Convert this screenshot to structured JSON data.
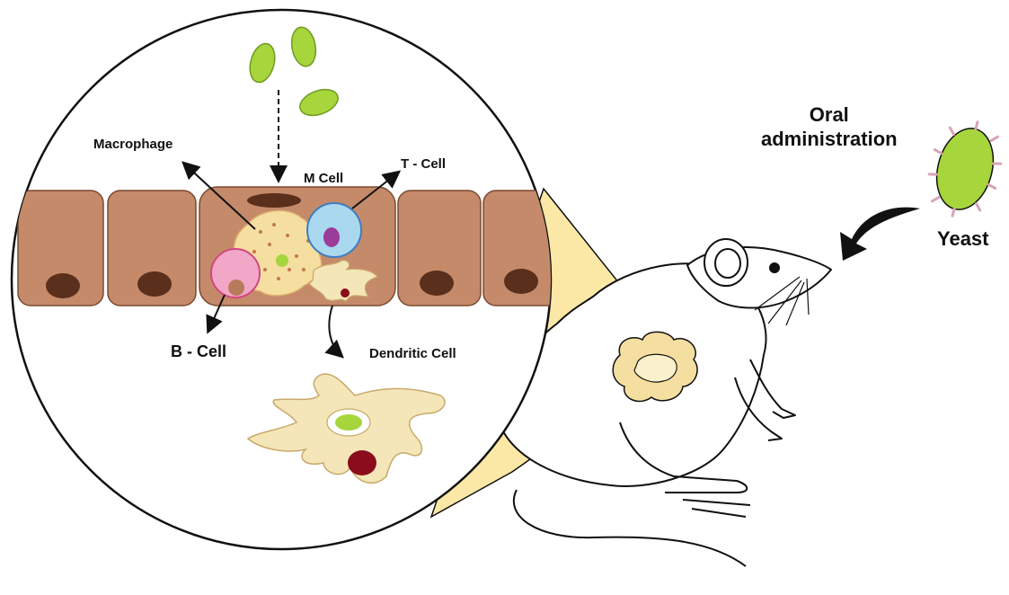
{
  "labels": {
    "macrophage": "Macrophage",
    "m_cell": "M Cell",
    "t_cell": "T - Cell",
    "b_cell": "B - Cell",
    "dendritic_cell": "Dendritic Cell",
    "oral_line1": "Oral",
    "oral_line2": "administration",
    "yeast": "Yeast"
  },
  "colors": {
    "epithelium": "#c48a6a",
    "nucleus": "#5a2f1c",
    "magnifier": "#fbe8a6",
    "yeast": "#a6d63b",
    "t_cell": "#a9d8ef",
    "b_cell": "#f3a7c8",
    "dendritic": "#f4e6b8"
  },
  "icons": [
    "yeast-icon",
    "mouse-icon",
    "magnifier-icon",
    "peyer-patch-icon",
    "curved-arrow-icon"
  ]
}
